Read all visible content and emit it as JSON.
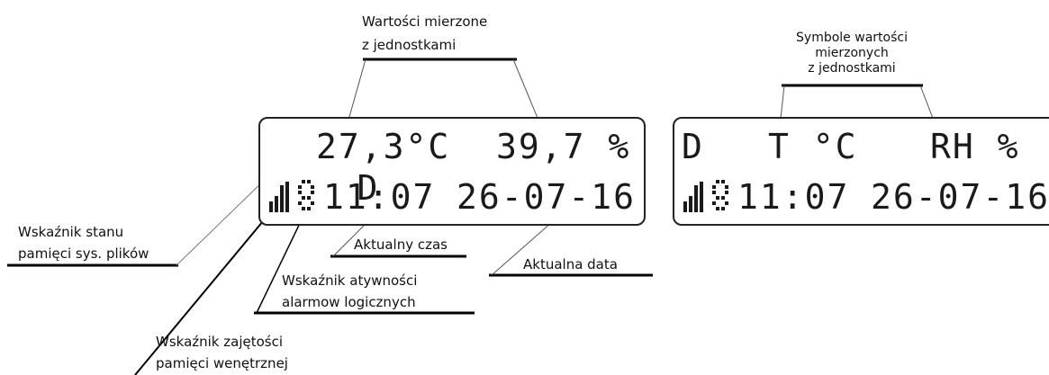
{
  "display_left": {
    "row1": {
      "d_symbol": "D",
      "temp": "27,3°C",
      "hum": "39,7 %"
    },
    "row2": {
      "time": "11:07",
      "date": "26-07-16"
    }
  },
  "display_right": {
    "row1": {
      "d_symbol": "D",
      "temp_symbol": "T °C",
      "hum_symbol": "RH %"
    },
    "row2": {
      "time": "11:07",
      "date": "26-07-16"
    }
  },
  "labels": {
    "measured_values_1": "Wartości mierzone",
    "measured_values_2": "z jednostkami",
    "symbols_1": "Symbole wartości",
    "symbols_2": "mierzonych",
    "symbols_3": "z jednostkami",
    "fs_state_1": "Wskaźnik stanu",
    "fs_state_2": "pamięci sys. plików",
    "current_time": "Aktualny czas",
    "current_date": "Aktualna data",
    "logic_alarms_1": "Wskaźnik atywności",
    "logic_alarms_2": "alarmow logicznych",
    "memory_usage_1": "Wskaźnik zajętości",
    "memory_usage_2": "pamięci wenętrznej"
  }
}
